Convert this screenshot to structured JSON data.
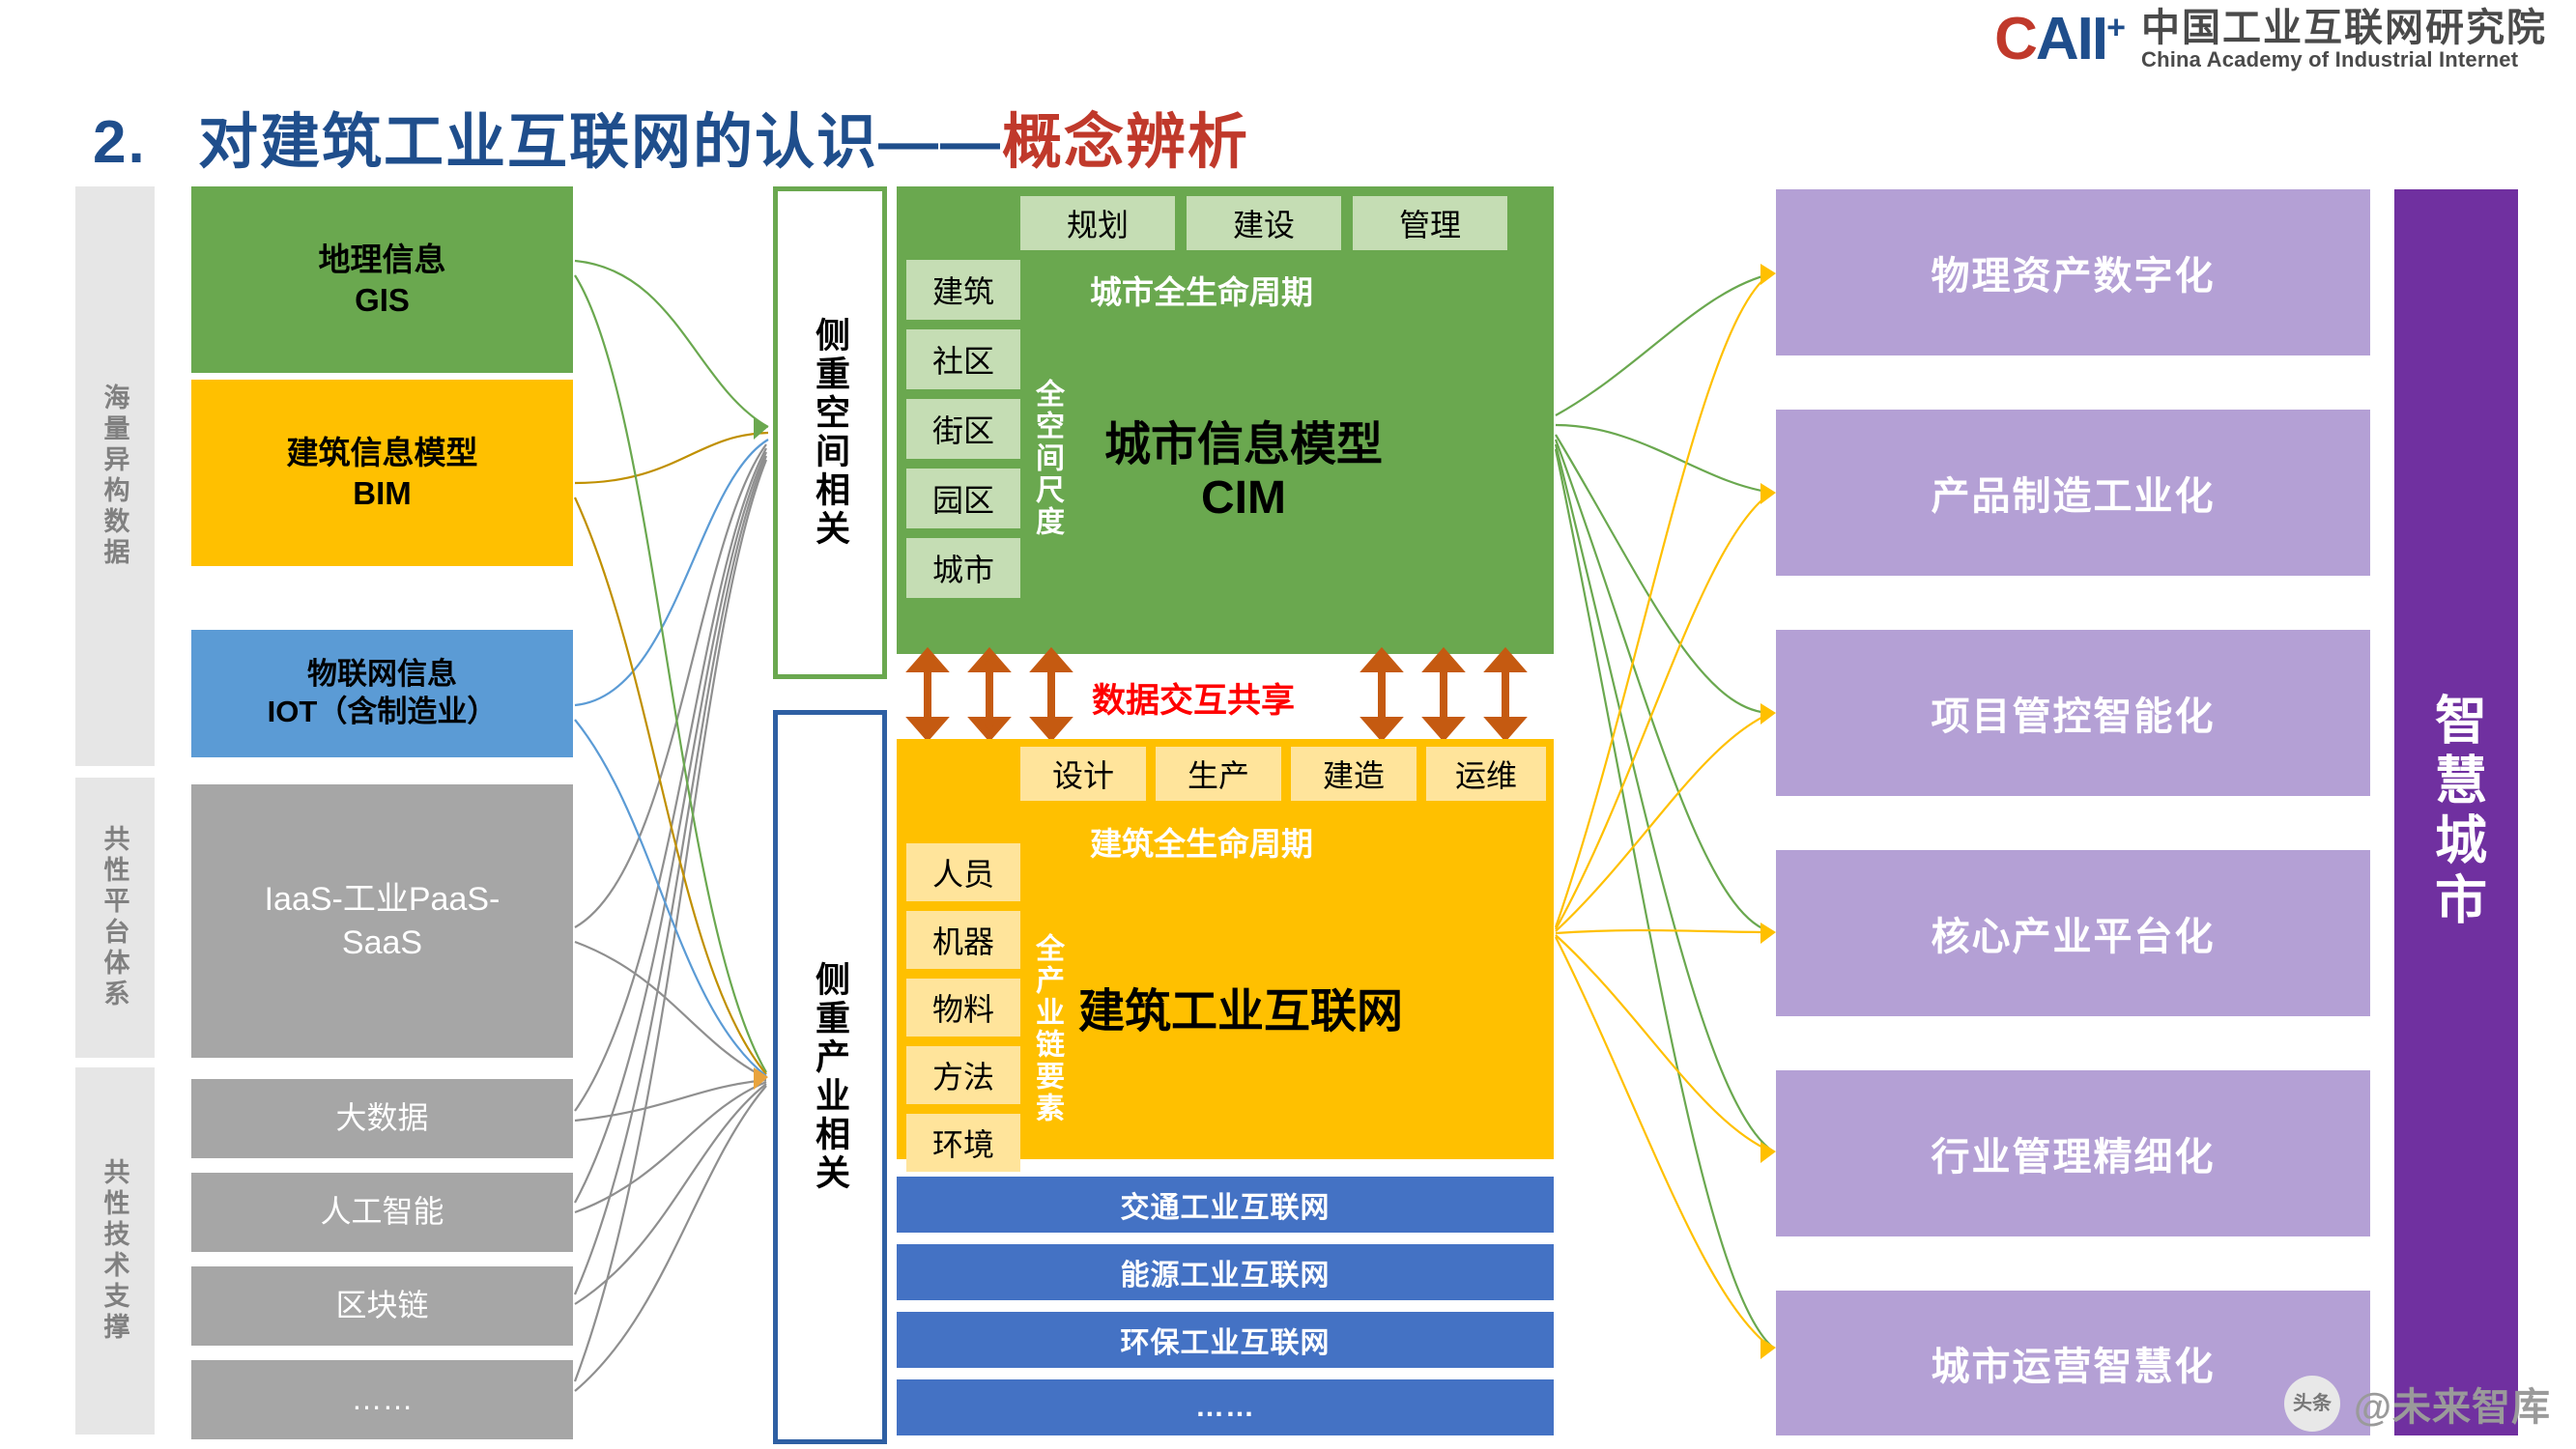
{
  "header": {
    "logo_mark_c": "C",
    "logo_mark_aii": "AII",
    "logo_mark_plus": "+",
    "logo_cn": "中国工业互联网研究院",
    "logo_en": "China Academy of Industrial Internet"
  },
  "title": {
    "number": "2.",
    "main": "对建筑工业互联网的认识——",
    "sub": "概念辨析"
  },
  "left_rails": [
    {
      "label": "海量异构数据"
    },
    {
      "label": "共性平台体系"
    },
    {
      "label": "共性技术支撑"
    }
  ],
  "left_boxes": [
    {
      "line1": "地理信息",
      "line2": "GIS",
      "color": "#6aa84f"
    },
    {
      "line1": "建筑信息模型",
      "line2": "BIM",
      "color": "#ffc000"
    },
    {
      "line1": "物联网信息",
      "line2": "IOT（含制造业）",
      "color": "#5b9bd5"
    },
    {
      "line1": "IaaS-工业PaaS-",
      "line2": "SaaS",
      "color": "#a6a6a6"
    },
    {
      "line1": "大数据",
      "line2": "",
      "color": "#a6a6a6"
    },
    {
      "line1": "人工智能",
      "line2": "",
      "color": "#a6a6a6"
    },
    {
      "line1": "区块链",
      "line2": "",
      "color": "#a6a6a6"
    },
    {
      "line1": "……",
      "line2": "",
      "color": "#a6a6a6"
    }
  ],
  "vtabs": [
    {
      "label": "侧重空间相关",
      "accent": "#6aa84f"
    },
    {
      "label": "侧重产业相关",
      "accent": "#2e5fa3"
    }
  ],
  "cim_panel": {
    "phases": [
      "规划",
      "建设",
      "管理"
    ],
    "scales": [
      "建筑",
      "社区",
      "街区",
      "园区",
      "城市"
    ],
    "scale_axis": "全空间尺度",
    "lifecycle": "城市全生命周期",
    "title_cn": "城市信息模型",
    "title_en": "CIM",
    "color": "#6aa84f"
  },
  "exchange": {
    "caption": "数据交互共享",
    "arrow_color": "#c55a11",
    "arrow_count": 6
  },
  "aii_panel": {
    "phases": [
      "设计",
      "生产",
      "建造",
      "运维"
    ],
    "elements": [
      "人员",
      "机器",
      "物料",
      "方法",
      "环境"
    ],
    "element_axis": "全产业链要素",
    "lifecycle": "建筑全生命周期",
    "title_cn": "建筑工业互联网",
    "color": "#ffc000"
  },
  "bottom_bars": [
    {
      "label": "交通工业互联网"
    },
    {
      "label": "能源工业互联网"
    },
    {
      "label": "环保工业互联网"
    },
    {
      "label": "……"
    }
  ],
  "outcomes": [
    {
      "label": "物理资产数字化"
    },
    {
      "label": "产品制造工业化"
    },
    {
      "label": "项目管控智能化"
    },
    {
      "label": "核心产业平台化"
    },
    {
      "label": "行业管理精细化"
    },
    {
      "label": "城市运营智慧化"
    }
  ],
  "smart_city": {
    "label": "智慧城市",
    "color": "#7030a0"
  },
  "watermark": {
    "badge": "头条",
    "text": "@未来智库"
  }
}
